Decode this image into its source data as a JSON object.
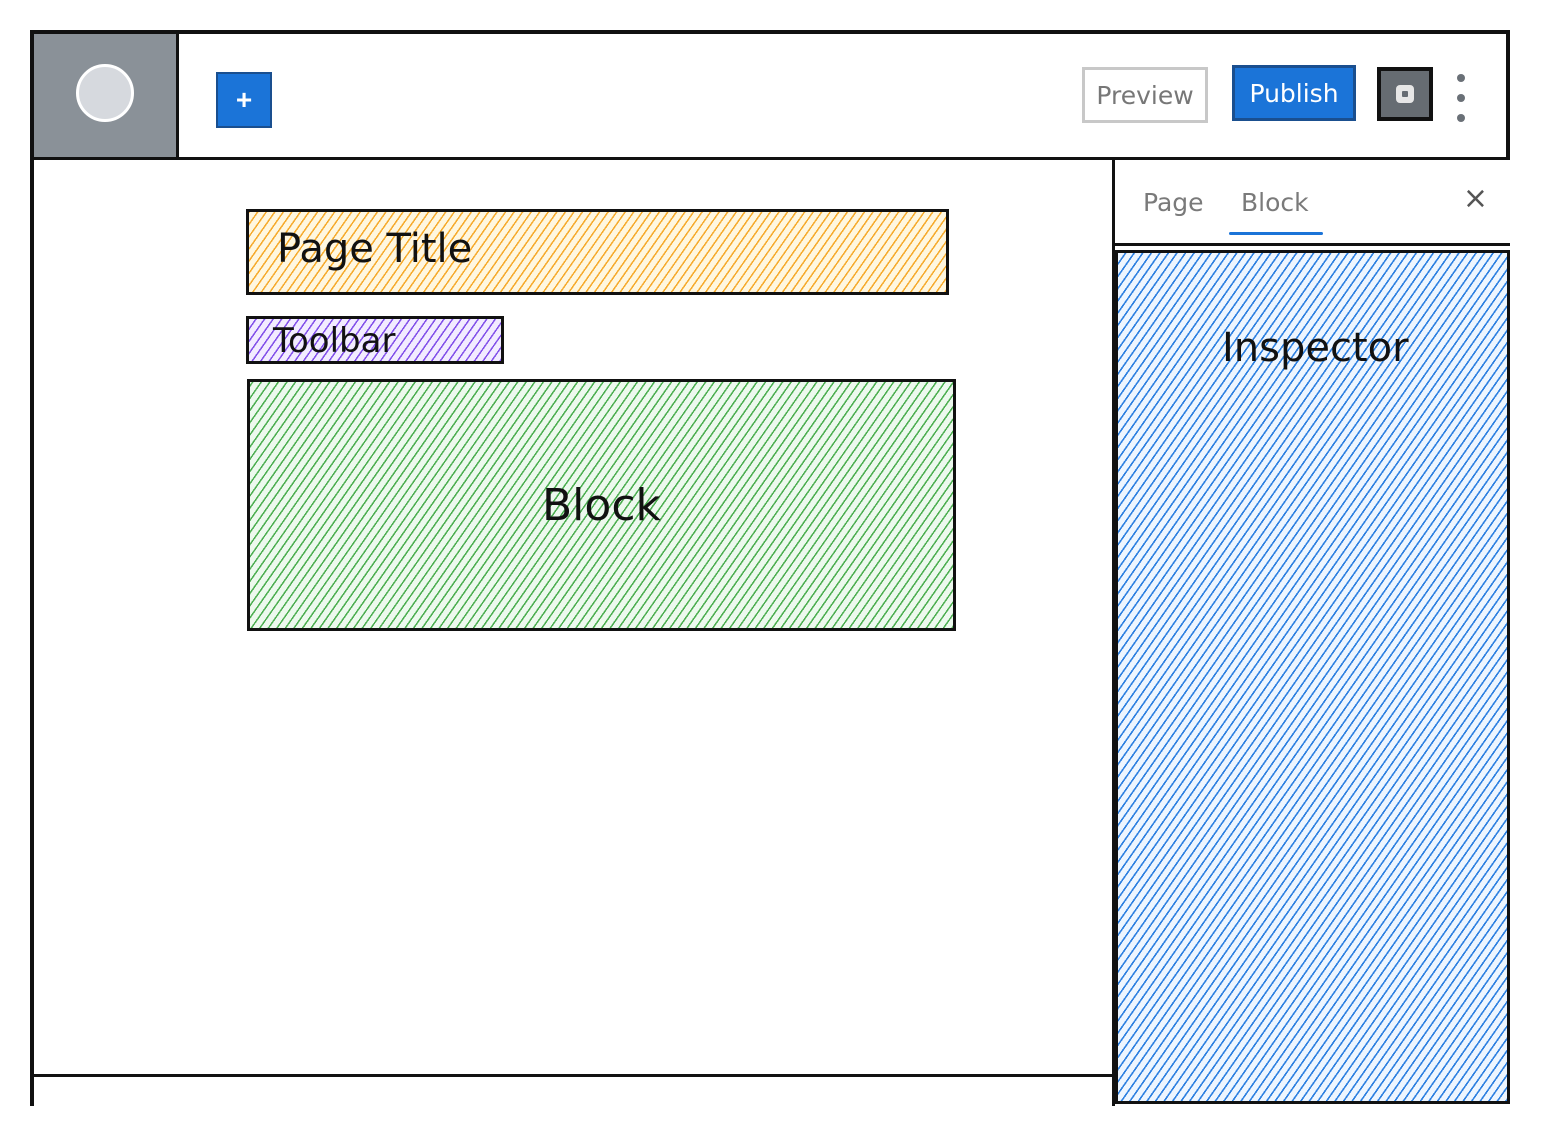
{
  "topbar": {
    "logo_icon": "circle-logo-icon",
    "add_icon": "plus-icon",
    "add_label": "+",
    "preview_label": "Preview",
    "publish_label": "Publish",
    "settings_icon": "settings-icon",
    "more_icon": "vertical-dots-icon"
  },
  "editor": {
    "title_label": "Page Title",
    "toolbar_label": "Toolbar",
    "block_label": "Block"
  },
  "sidebar": {
    "tabs": [
      {
        "label": "Page"
      },
      {
        "label": "Block"
      }
    ],
    "close_label": "×",
    "inspector_label": "Inspector"
  },
  "colors": {
    "accent_blue": "#1b74d8",
    "title_hatch": "#f5a623",
    "toolbar_hatch": "#7b47e8",
    "block_hatch": "#43aa48",
    "inspector_hatch": "#237adf",
    "logo_gray": "#8a9198"
  }
}
